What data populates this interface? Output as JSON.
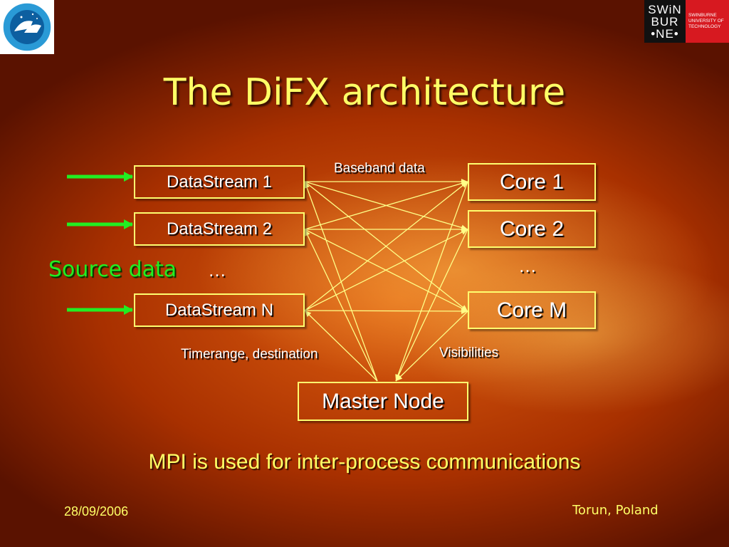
{
  "title": "The DiFX architecture",
  "source_label": "Source data",
  "datastreams": [
    "DataStream 1",
    "DataStream 2",
    "DataStream N"
  ],
  "datastream_ellipsis": "…",
  "cores": [
    "Core 1",
    "Core 2",
    "Core M"
  ],
  "core_ellipsis": "…",
  "master": "Master Node",
  "edge_labels": {
    "baseband": "Baseband data",
    "timerange": "Timerange, destination",
    "visibilities": "Visibilities"
  },
  "mpi_note": "MPI is used for inter-process communications",
  "footer": {
    "date": "28/09/2006",
    "place": "Torun, Poland"
  },
  "logos": {
    "swinburne_mark": [
      "SWiN",
      "BUR",
      "•NE•"
    ],
    "swinburne_name": [
      "SWINBURNE",
      "UNIVERSITY OF",
      "TECHNOLOGY"
    ]
  },
  "colors": {
    "title": "#ffff66",
    "source": "#22ee22",
    "box_border": "#ffff70",
    "link": "#ffff88",
    "arrow": "#22ee22"
  }
}
